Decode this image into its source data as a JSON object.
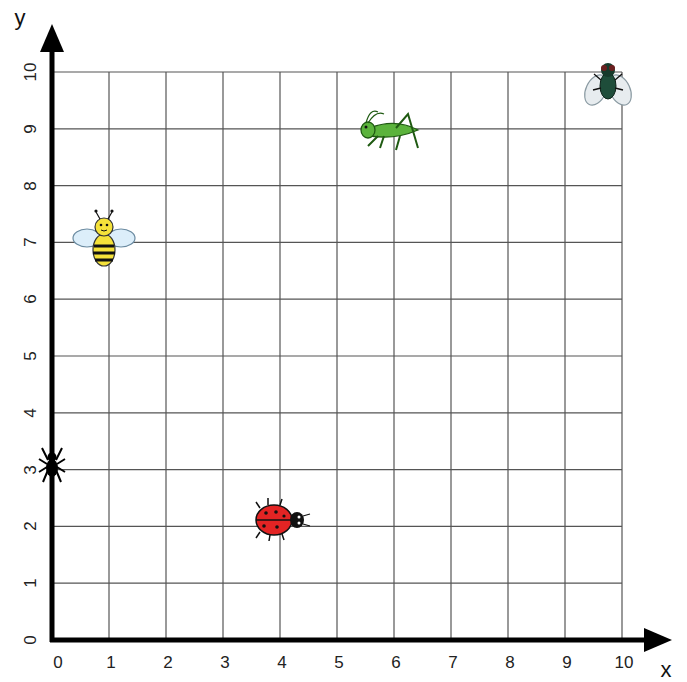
{
  "diagram": {
    "labels": [
      "y",
      "10",
      "9",
      "8",
      "7",
      "6",
      "5",
      "4",
      "3",
      "2",
      "1",
      "0",
      "0",
      "1",
      "2",
      "3",
      "4",
      "5",
      "6",
      "7",
      "8",
      "9",
      "10",
      "x"
    ]
  }
}
